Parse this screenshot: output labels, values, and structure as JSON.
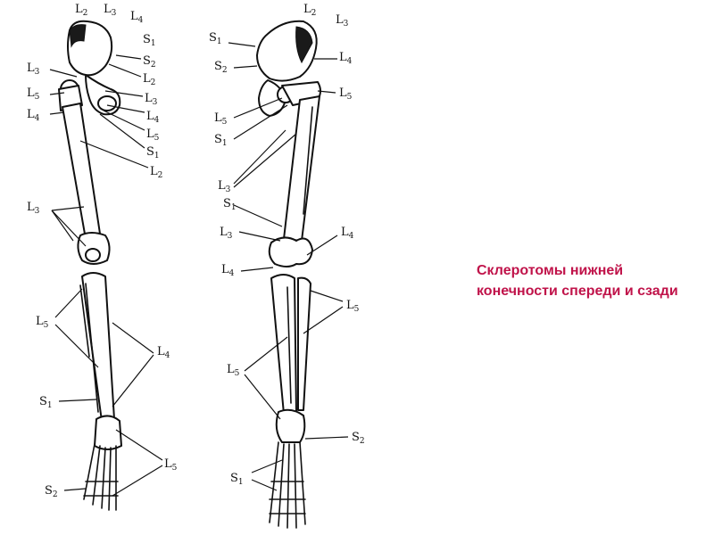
{
  "caption": "Склеротомы нижней конечности спереди и сзади",
  "label_color": "#111111",
  "caption_color": "#c0134a",
  "front_labels": {
    "a1": "L",
    "a1n": "2",
    "a2": "L",
    "a2n": "3",
    "a3": "L",
    "a3n": "4",
    "a4": "S",
    "a4n": "1",
    "a5": "S",
    "a5n": "2",
    "a6": "L",
    "a6n": "3",
    "a7": "L",
    "a7n": "2",
    "a8": "L",
    "a8n": "5",
    "a9": "L",
    "a9n": "3",
    "a10": "L",
    "a10n": "4",
    "a11": "L",
    "a11n": "4",
    "a12": "L",
    "a12n": "5",
    "a13": "S",
    "a13n": "1",
    "a14": "L",
    "a14n": "2",
    "a15": "L",
    "a15n": "3",
    "a16": "L",
    "a16n": "5",
    "a17": "L",
    "a17n": "4",
    "a18": "S",
    "a18n": "1",
    "a19": "L",
    "a19n": "5",
    "a20": "S",
    "a20n": "2"
  },
  "back_labels": {
    "b1": "L",
    "b1n": "2",
    "b2": "L",
    "b2n": "3",
    "b3": "S",
    "b3n": "1",
    "b4": "S",
    "b4n": "2",
    "b5": "L",
    "b5n": "4",
    "b6": "L",
    "b6n": "5",
    "b7": "L",
    "b7n": "5",
    "b8": "S",
    "b8n": "1",
    "b9": "L",
    "b9n": "3",
    "b10": "S",
    "b10n": "1",
    "b11": "L",
    "b11n": "3",
    "b12": "L",
    "b12n": "4",
    "b13": "L",
    "b13n": "4",
    "b14": "L",
    "b14n": "5",
    "b15": "L",
    "b15n": "5",
    "b16": "S",
    "b16n": "2",
    "b17": "S",
    "b17n": "1"
  }
}
